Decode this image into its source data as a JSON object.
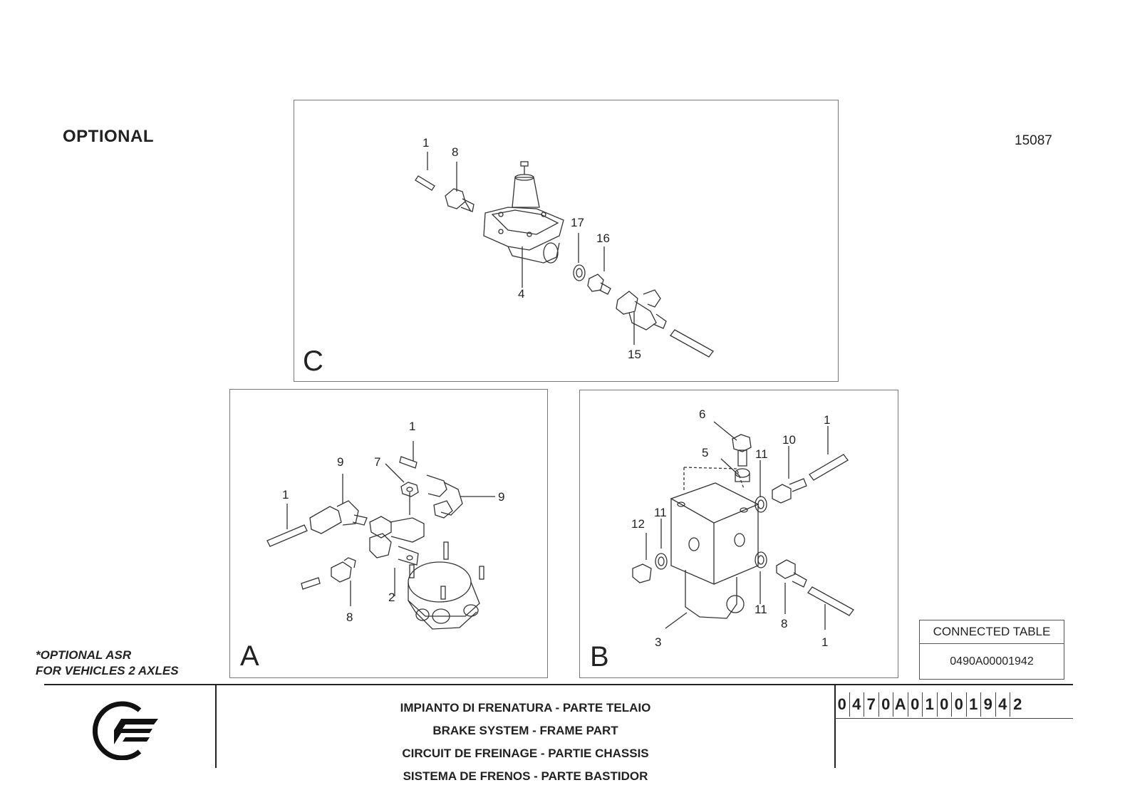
{
  "header": {
    "optional_label": "OPTIONAL",
    "drawing_number": "15087"
  },
  "panels": {
    "C": {
      "letter": "C",
      "callouts": {
        "c1": "1",
        "c8": "8",
        "c17": "17",
        "c16": "16",
        "c4": "4",
        "c15": "15"
      }
    },
    "A": {
      "letter": "A",
      "callouts": {
        "c1a": "1",
        "c9a": "9",
        "c7": "7",
        "c1b": "1",
        "c9b": "9",
        "c2": "2",
        "c8": "8"
      }
    },
    "B": {
      "letter": "B",
      "callouts": {
        "c6": "6",
        "c5": "5",
        "c11a": "11",
        "c10": "10",
        "c1a": "1",
        "c12": "12",
        "c11b": "11",
        "c11c": "11",
        "c8": "8",
        "c3": "3",
        "c1b": "1"
      }
    }
  },
  "note": {
    "line1": "*OPTIONAL ASR",
    "line2": "FOR VEHICLES 2 AXLES"
  },
  "connected_table": {
    "header": "CONNECTED TABLE",
    "value": "0490A00001942"
  },
  "title_block": {
    "titles": [
      "IMPIANTO DI FRENATURA - PARTE  TELAIO",
      "BRAKE SYSTEM - FRAME PART",
      "CIRCUIT DE FREINAGE - PARTIE CHASSIS",
      "SISTEMA DE FRENOS - PARTE BASTIDOR"
    ],
    "part_code": [
      "0",
      "4",
      "7",
      "0",
      "A",
      "0",
      "1",
      "0",
      "0",
      "1",
      "9",
      "4",
      "2"
    ]
  },
  "colors": {
    "line": "#333333",
    "frame": "#777777"
  },
  "icons": {
    "logo": "company-logo"
  }
}
